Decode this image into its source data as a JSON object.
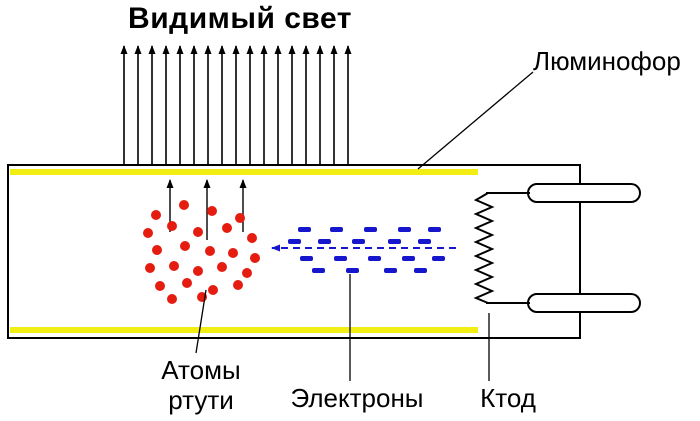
{
  "title": "Видимый свет",
  "labels": {
    "phosphor": "Люминофор",
    "mercury_atoms": "Атомы\nртути",
    "electrons": "Электроны",
    "cathode": "Ктод"
  },
  "colors": {
    "background": "#ffffff",
    "outline": "#000000",
    "phosphor_yellow": "#f2ee14",
    "mercury_red": "#e51c10",
    "electron_blue": "#1616cd"
  }
}
